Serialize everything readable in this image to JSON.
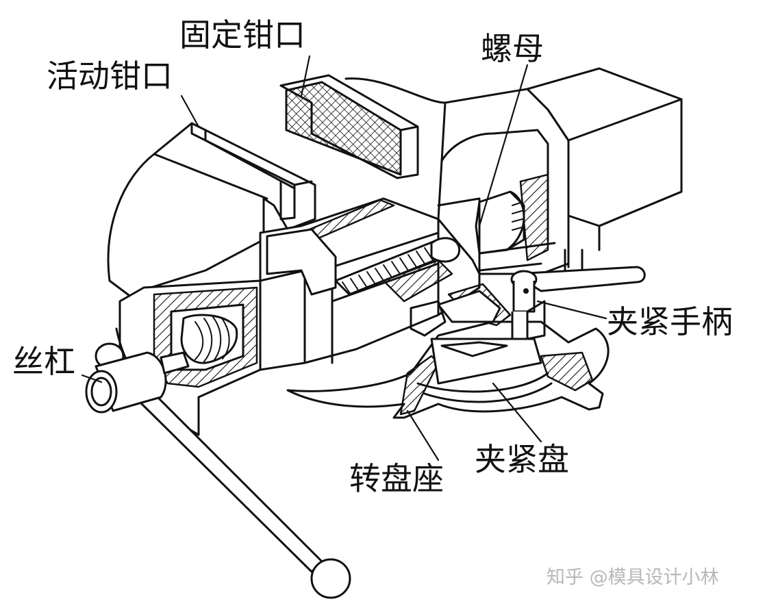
{
  "labels": {
    "fixed_jaw": "固定钳口",
    "movable_jaw": "活动钳口",
    "nut": "螺母",
    "clamp_handle": "夹紧手柄",
    "lead_screw": "丝杠",
    "clamp_plate": "夹紧盘",
    "swivel_base": "转盘座"
  },
  "watermark": "知乎 @模具设计小林"
}
